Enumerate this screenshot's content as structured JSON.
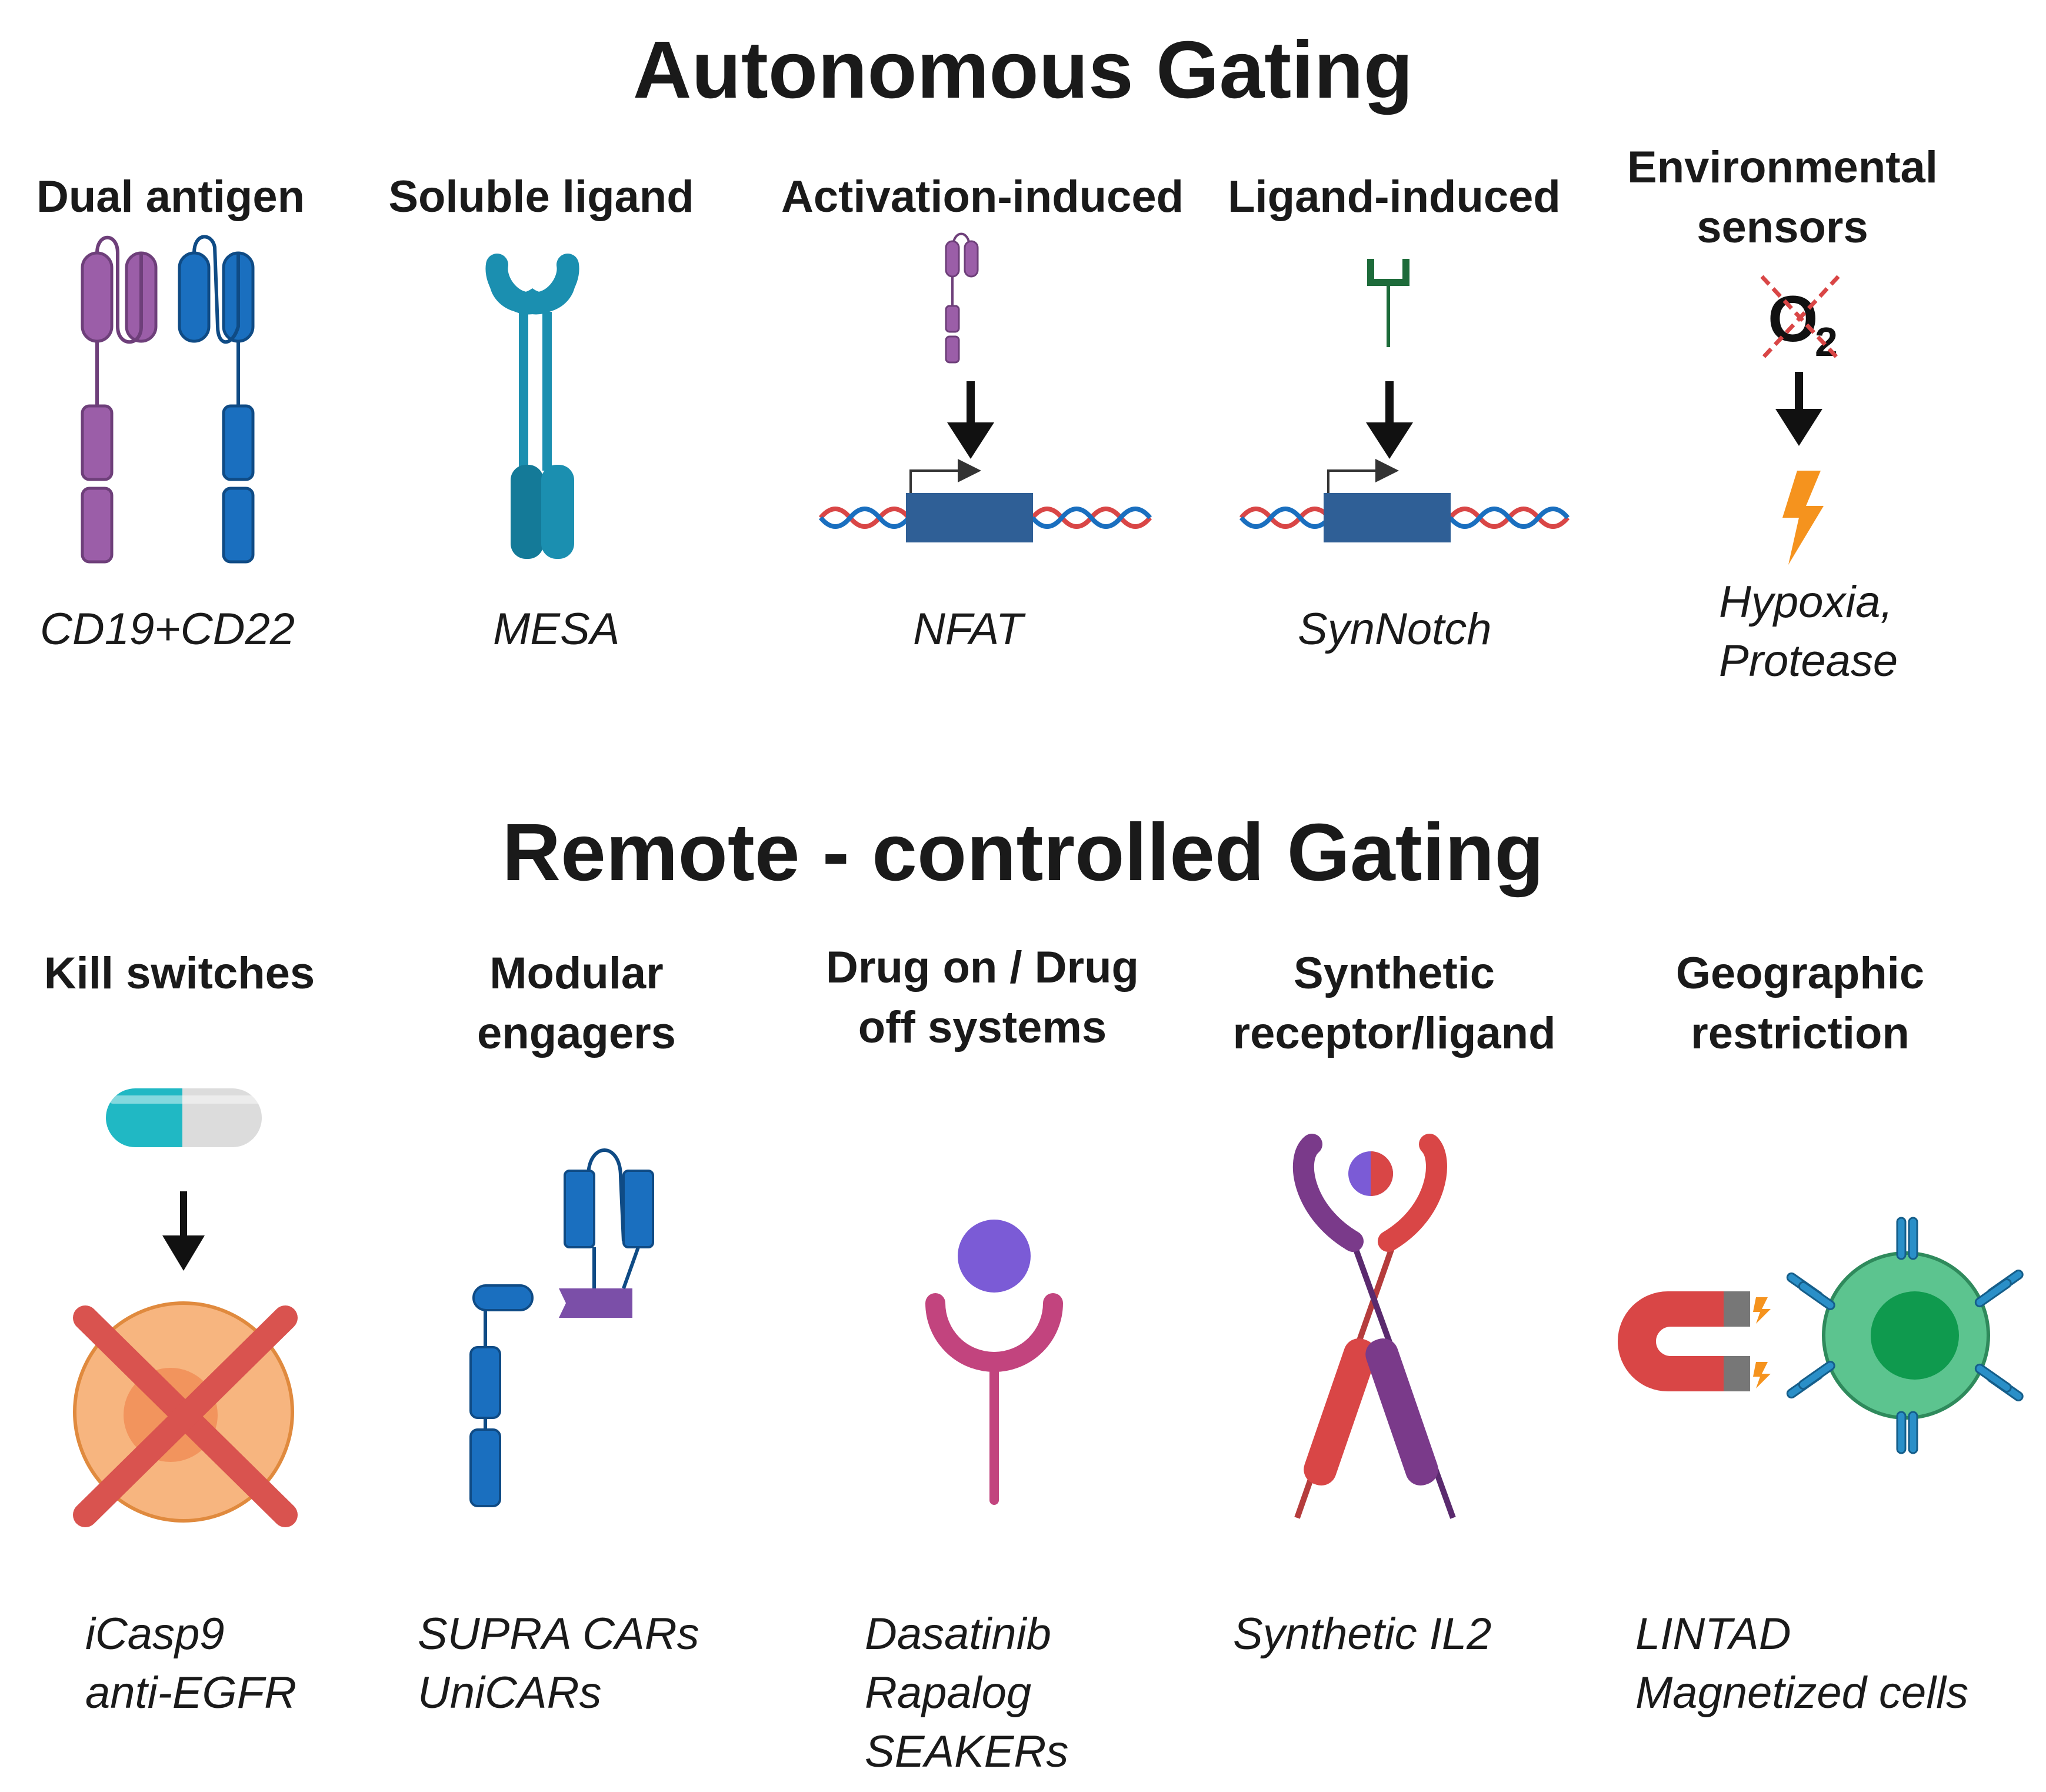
{
  "autonomous": {
    "title": "Autonomous Gating",
    "items": [
      {
        "label": "Dual antigen",
        "examples": [
          "CD19+CD22"
        ]
      },
      {
        "label": "Soluble ligand",
        "examples": [
          "MESA"
        ]
      },
      {
        "label": "Activation-induced",
        "examples": [
          "NFAT"
        ]
      },
      {
        "label": "Ligand-induced",
        "examples": [
          "SynNotch"
        ]
      },
      {
        "label_lines": [
          "Environmental",
          "sensors"
        ],
        "examples": [
          "Hypoxia,",
          "Protease"
        ]
      }
    ]
  },
  "remote": {
    "title": "Remote - controlled Gating",
    "items": [
      {
        "label": "Kill switches",
        "examples": [
          "iCasp9",
          "anti-EGFR"
        ]
      },
      {
        "label_lines": [
          "Modular",
          "engagers"
        ],
        "examples": [
          "SUPRA CARs",
          "UniCARs"
        ]
      },
      {
        "label_lines": [
          "Drug on / Drug",
          "off systems"
        ],
        "examples": [
          "Dasatinib",
          "Rapalog",
          "SEAKERs"
        ]
      },
      {
        "label_lines": [
          "Synthetic",
          "receptor/ligand"
        ],
        "examples": [
          "Synthetic IL2"
        ]
      },
      {
        "label_lines": [
          "Geographic",
          "restriction"
        ],
        "examples": [
          "LINTAD",
          "Magnetized cells"
        ]
      }
    ]
  },
  "o2_symbol": {
    "letter": "O",
    "subscript": "2"
  },
  "icons": [
    "receptor-icon",
    "arrow-down-icon",
    "dna-icon",
    "lightning-icon",
    "pill-icon",
    "cell-icon",
    "magnet-icon"
  ],
  "colors": {
    "purple": "#9b5ea8",
    "blue": "#1a6fbf",
    "teal": "#1b8fb0",
    "dark_green": "#1d6b3a",
    "gene_box": "#2f5f96",
    "orange_cell": "#f7b57f",
    "red_x": "#d9534f",
    "magenta": "#c2447e",
    "sphere": "#7b5bd6",
    "magnet_red": "#d94646",
    "cell_green": "#5cc48f",
    "ab_blue": "#2a8fc8"
  }
}
